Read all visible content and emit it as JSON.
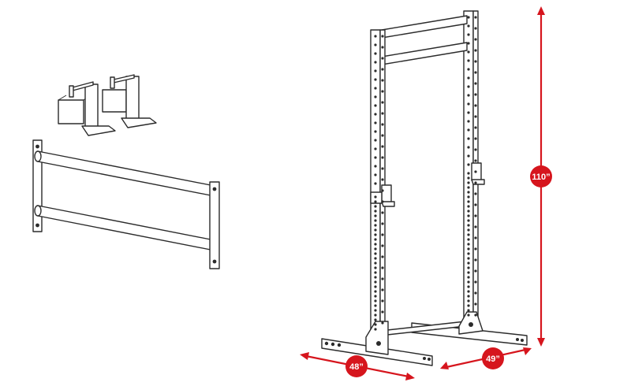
{
  "dimensions": {
    "height_label": "110”",
    "width_label": "48”",
    "depth_label": "49”"
  },
  "colors": {
    "dimension_red": "#d6151d",
    "line": "#2b2b2b",
    "background": "#ffffff"
  },
  "components": {
    "j_hooks": "j-hooks-pair",
    "crossmember": "pull-up-crossmember",
    "rack": "half-rack"
  }
}
